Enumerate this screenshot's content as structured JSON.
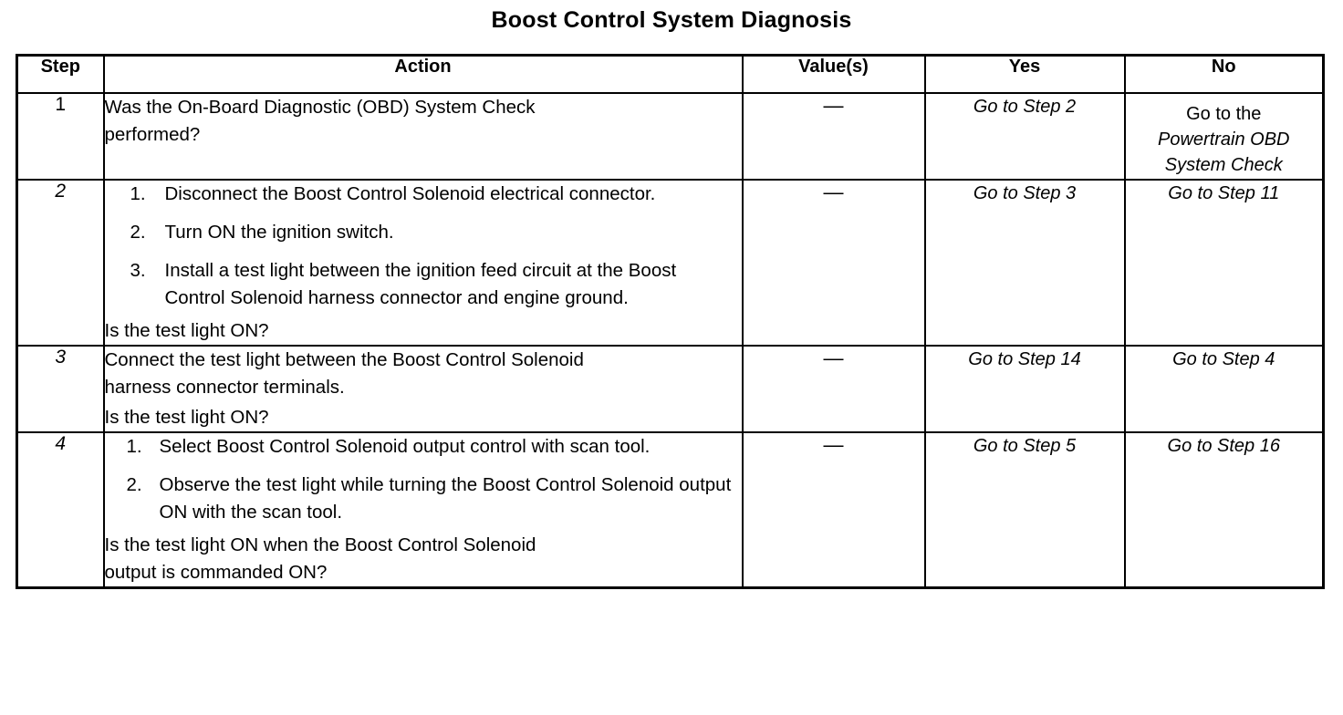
{
  "document": {
    "title": "Boost Control System Diagnosis"
  },
  "table": {
    "headers": {
      "step": "Step",
      "action": "Action",
      "value": "Value(s)",
      "yes": "Yes",
      "no": "No"
    },
    "rows": [
      {
        "step": "1",
        "step_italic": false,
        "action_lead": "Was the On-Board Diagnostic (OBD) System Check\nperformed?",
        "action_items": [],
        "action_tail": "",
        "value": "—",
        "yes_lines": [
          {
            "text": "Go to Step 2",
            "italic": true
          }
        ],
        "no_lines": [
          {
            "text": "Go to the",
            "italic": false
          },
          {
            "text": "Powertrain OBD",
            "italic": true
          },
          {
            "text": "System Check",
            "italic": true
          }
        ]
      },
      {
        "step": "2",
        "step_italic": true,
        "action_lead": "",
        "action_items": [
          {
            "num": "1.",
            "text": "Disconnect the Boost Control Solenoid electrical connector."
          },
          {
            "num": "2.",
            "text": "Turn ON the ignition switch."
          },
          {
            "num": "3.",
            "text": "Install a test light between the ignition feed circuit at the Boost Control Solenoid harness connector and engine ground."
          }
        ],
        "action_tail": "Is the test light ON?",
        "value": "—",
        "yes_lines": [
          {
            "text": "Go to Step 3",
            "italic": true
          }
        ],
        "no_lines": [
          {
            "text": "Go to Step 11",
            "italic": true
          }
        ]
      },
      {
        "step": "3",
        "step_italic": true,
        "action_lead": "Connect the test light between the Boost Control Solenoid\nharness connector terminals.",
        "action_items": [],
        "action_tail": "Is the test light ON?",
        "value": "—",
        "yes_lines": [
          {
            "text": "Go to Step 14",
            "italic": true
          }
        ],
        "no_lines": [
          {
            "text": "Go to Step 4",
            "italic": true
          }
        ]
      },
      {
        "step": "4",
        "step_italic": true,
        "action_lead": "",
        "action_items": [
          {
            "num": "1.",
            "text": "Select Boost Control Solenoid output control with scan tool."
          },
          {
            "num": "2.",
            "text": "Observe the test light while turning the Boost Control Solenoid output ON with the scan tool."
          }
        ],
        "action_tail": "Is the test light ON when the Boost Control Solenoid\noutput is commanded ON?",
        "value": "—",
        "yes_lines": [
          {
            "text": "Go to Step 5",
            "italic": true
          }
        ],
        "no_lines": [
          {
            "text": "Go to Step 16",
            "italic": true
          }
        ]
      }
    ]
  },
  "colors": {
    "text": "#000000",
    "background": "#ffffff",
    "border": "#000000"
  }
}
